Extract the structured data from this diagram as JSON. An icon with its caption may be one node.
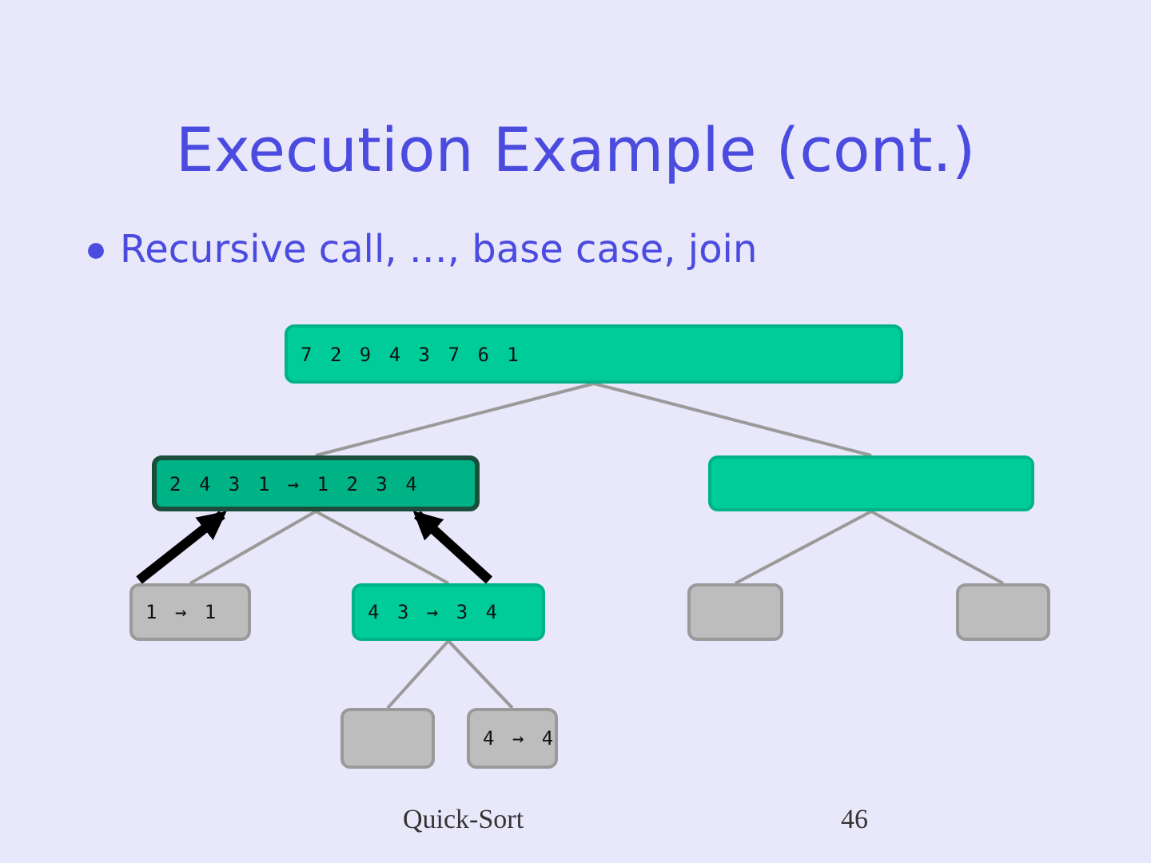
{
  "diagram": {
    "title": "Execution Example (cont.)",
    "nodes": [
      {
        "text": [
          "7 2 9 4 3 7 6 1"
        ]
      },
      {
        "text": [
          "2 4 3 1 → 1 2 3 4"
        ]
      },
      {
        "text": [
          "1 → 1"
        ]
      },
      {
        "text": [
          "4 3 → 3 4"
        ]
      },
      {
        "text": [],
        "shape": "box"
      },
      {
        "text": [
          "4 → 4"
        ]
      },
      {
        "text": [],
        "shape": "box"
      },
      {
        "text": [],
        "shape": "box"
      },
      {
        "text": [],
        "shape": "box"
      }
    ],
    "edges": [
      {
        "from": 0,
        "to": 1,
        "arrow": "none"
      },
      {
        "from": 0,
        "to": 6,
        "arrow": "none"
      },
      {
        "from": 1,
        "to": 2,
        "arrow": "none"
      },
      {
        "from": 1,
        "to": 3,
        "arrow": "none"
      },
      {
        "from": 3,
        "to": 4,
        "arrow": "none"
      },
      {
        "from": 3,
        "to": 5,
        "arrow": "none"
      },
      {
        "from": 6,
        "to": 7,
        "arrow": "none"
      },
      {
        "from": 6,
        "to": 8,
        "arrow": "none"
      },
      {
        "from": 2,
        "to": 1,
        "arrow": "to",
        "style": "thick",
        "color": "#000000"
      },
      {
        "from": 3,
        "to": 1,
        "arrow": "to",
        "style": "thick",
        "color": "#000000"
      }
    ],
    "labels": [
      "Recursive call, …, base case, join",
      "Quick-Sort",
      "46"
    ]
  }
}
